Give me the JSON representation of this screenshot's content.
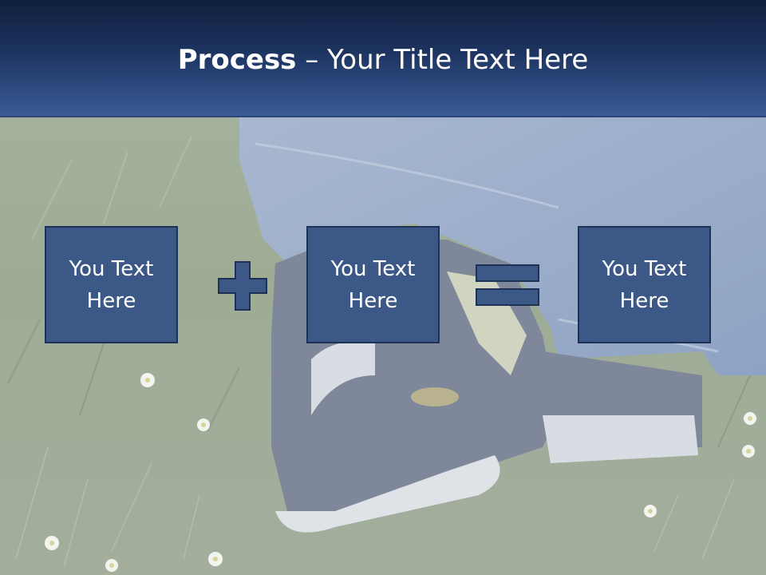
{
  "title": {
    "bold": "Process",
    "rest": " – Your Title Text Here"
  },
  "boxes": [
    {
      "text": "You Text Here"
    },
    {
      "text": "You Text Here"
    },
    {
      "text": "You Text Here"
    }
  ],
  "colors": {
    "title_bar_top": "#0f1f3c",
    "title_bar_bottom": "#3a5a96",
    "box_fill": "#3c5887",
    "box_border": "#1f3256",
    "operator_fill": "#3c5887"
  },
  "icons": {
    "plus": "plus-icon",
    "equals": "equals-icon"
  }
}
